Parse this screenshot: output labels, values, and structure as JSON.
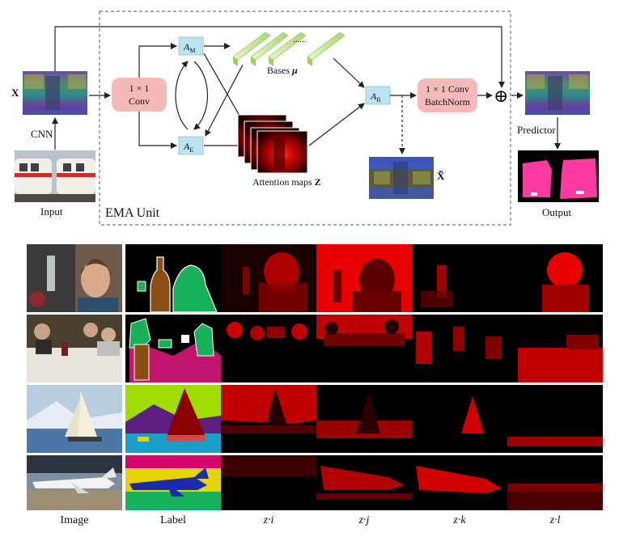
{
  "diagram": {
    "unit_title": "EMA Unit",
    "x_label": "X",
    "cnn_label": "CNN",
    "input_label": "Input",
    "conv1_line1": "1 × 1",
    "conv1_line2": "Conv",
    "am_main": "A",
    "am_sub": "M",
    "ae_main": "A",
    "ae_sub": "E",
    "ar_main": "A",
    "ar_sub": "R",
    "bases_label": "Bases",
    "bases_symbol": "μ",
    "ellipsis": "......",
    "attention_label": "Attention maps",
    "attention_symbol": "Z",
    "conv2_line1": "1 × 1 Conv",
    "conv2_line2": "BatchNorm",
    "xtilde_label": "X̃",
    "plus_symbol": "⊕",
    "predictor_label": "Predictor",
    "output_label": "Output"
  },
  "grid": {
    "columns": [
      {
        "label": "Image",
        "italic": false
      },
      {
        "label": "Label",
        "italic": false
      },
      {
        "label": "z·i",
        "italic": true
      },
      {
        "label": "z·j",
        "italic": true
      },
      {
        "label": "z·k",
        "italic": true
      },
      {
        "label": "z·l",
        "italic": true
      }
    ],
    "rows": [
      "people-bottle",
      "dinner-table",
      "sailboat",
      "airplane"
    ]
  },
  "colors": {
    "conv_box": "#f4b9b9",
    "a_box": "#b9e4f2",
    "bases": "#c7ec9f",
    "attention_red": "#e00000",
    "dashed_border": "#777777"
  }
}
